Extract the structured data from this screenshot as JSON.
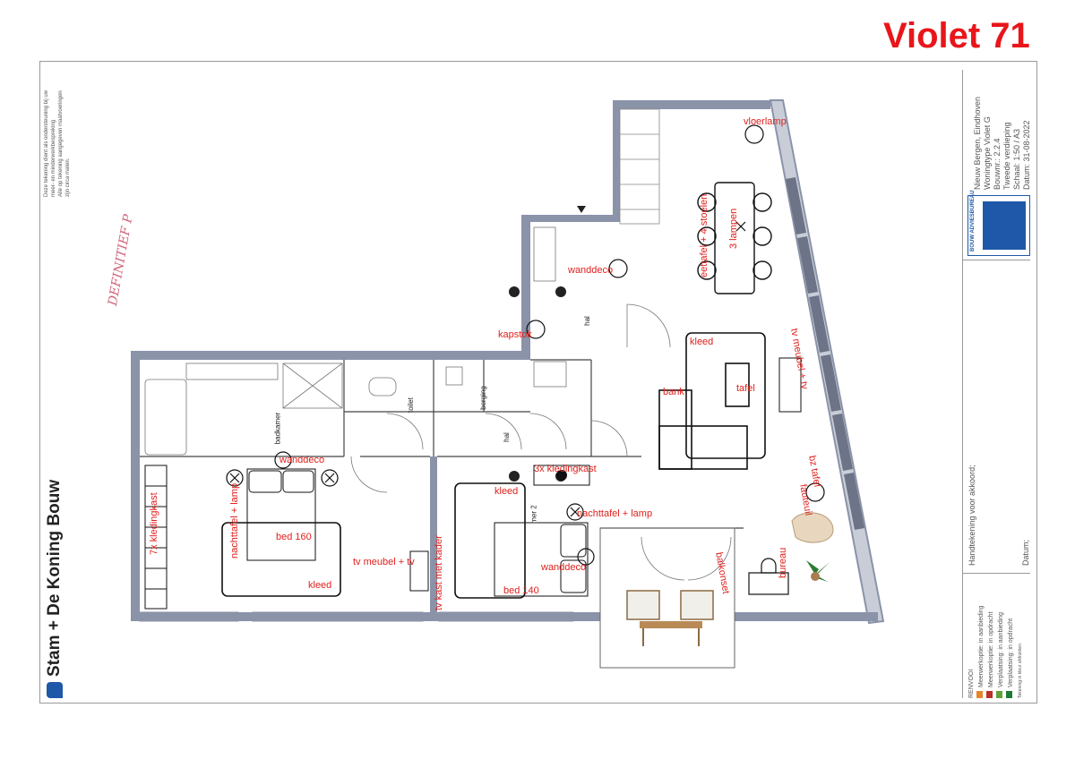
{
  "page_title": "Violet 71",
  "notes": {
    "disclaimer_lines": [
      "Deze tekening dient als ondersteuning bij uw",
      "meer- en minderwerkbespreking",
      "Alle op tekening aangegeven maatvoeringen",
      "zijn circa maten."
    ],
    "handwritten": "DEFINITIEF P"
  },
  "company": {
    "name": "Stam + De Koning Bouw",
    "adviesbureau": "BOUW ADVIESBUREAU"
  },
  "title_block": {
    "project": "Nieuw Bergen, Eindhoven",
    "woningtype": "Woningtype Violet G",
    "bouwnr": "Bouwnr.: 2.2.4",
    "verdieping": "Tweede verdieping",
    "schaal": "Schaal:  1:50 / A3",
    "datum": "Datum:  31-08-2022"
  },
  "signature": {
    "label": "Handtekening voor akkoord;",
    "datum": "Datum;"
  },
  "legend": {
    "title": "RENVOOI",
    "items": [
      {
        "label": "Meerwerkoptie: in aanbieding",
        "color": "#e5862a"
      },
      {
        "label": "Meerwerkoptie: in opdracht",
        "color": "#b7312a"
      },
      {
        "label": "Verplaatsing: in aanbieding",
        "color": "#5fa33a"
      },
      {
        "label": "Verplaatsing: in opdracht",
        "color": "#1f7a36"
      }
    ],
    "footnote": "Tekening in kleur afdrukken"
  },
  "rooms": {
    "badkamer": "badkamer",
    "toilet": "toilet",
    "berging": "berging",
    "hal": "hal",
    "hal2": "hal",
    "slaapkamer": "mer 2"
  },
  "annotations": {
    "vloerlamp": "vloerlamp",
    "eettafel": "eettafel + 4 stoelen",
    "lampen": "3 lampen",
    "wanddeco_hal": "wanddeco",
    "kapstok": "kapstok",
    "kleed_living": "kleed",
    "tafel": "tafel",
    "bank": "bank",
    "tv_meubel_tv": "tv meubel + tv",
    "bz_tafel": "bz tafel",
    "fauteuil": "fauteuil",
    "bureau": "bureau",
    "balkonset": "balkonset",
    "wanddeco_bed1": "wanddeco",
    "nachttafel_lamp_1": "nachttafel + lamp",
    "kledingkast_7x": "7x kledingkast",
    "bed_160": "bed 160",
    "kleed_bed1": "kleed",
    "tv_meubel_tv_2": "tv meubel + tv",
    "tv_kast_kader": "tv kast met kader",
    "kleed_bed2": "kleed",
    "kledingkast_3x": "3x kledingkast",
    "nachttafel_lamp_2": "nachttafel + lamp",
    "wanddeco_bed2": "wanddeco",
    "bed_140": "bed 140"
  },
  "colors": {
    "annotation": "#e0201c",
    "title": "#e8161a",
    "wall": "#8a93a8",
    "logo_blue": "#1f58a8"
  }
}
